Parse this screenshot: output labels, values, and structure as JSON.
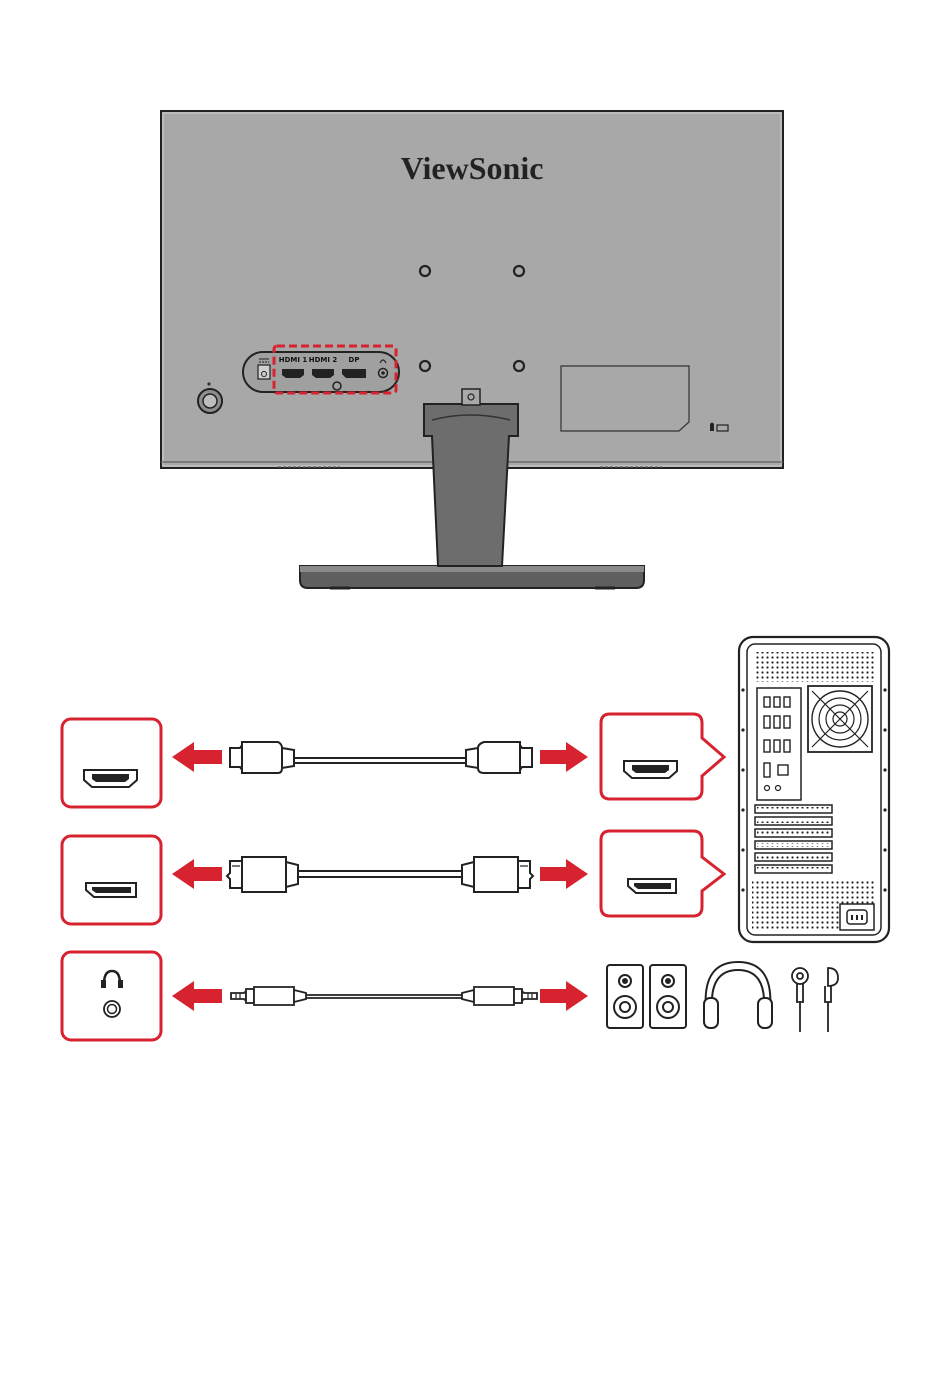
{
  "monitor": {
    "brand": "ViewSonic",
    "ports": {
      "hdmi1": "HDMI 1",
      "hdmi2": "HDMI 2",
      "dp": "DP"
    }
  },
  "colors": {
    "accent_red": "#d7222f",
    "monitor_gray": "#a9a9a9",
    "stand_gray": "#6b6b6b",
    "line": "#1a1a1a"
  },
  "connections": [
    {
      "monitor_port": "hdmi-port-icon",
      "cable": "hdmi-cable",
      "source_port": "hdmi-port-icon"
    },
    {
      "monitor_port": "displayport-icon",
      "cable": "displayport-cable",
      "source_port": "displayport-icon"
    },
    {
      "monitor_port": "headphone-jack-icon",
      "cable": "audio-cable-3.5mm",
      "targets": [
        "speaker-icon",
        "speaker-icon",
        "headphones-icon",
        "earphones-icon"
      ]
    }
  ]
}
